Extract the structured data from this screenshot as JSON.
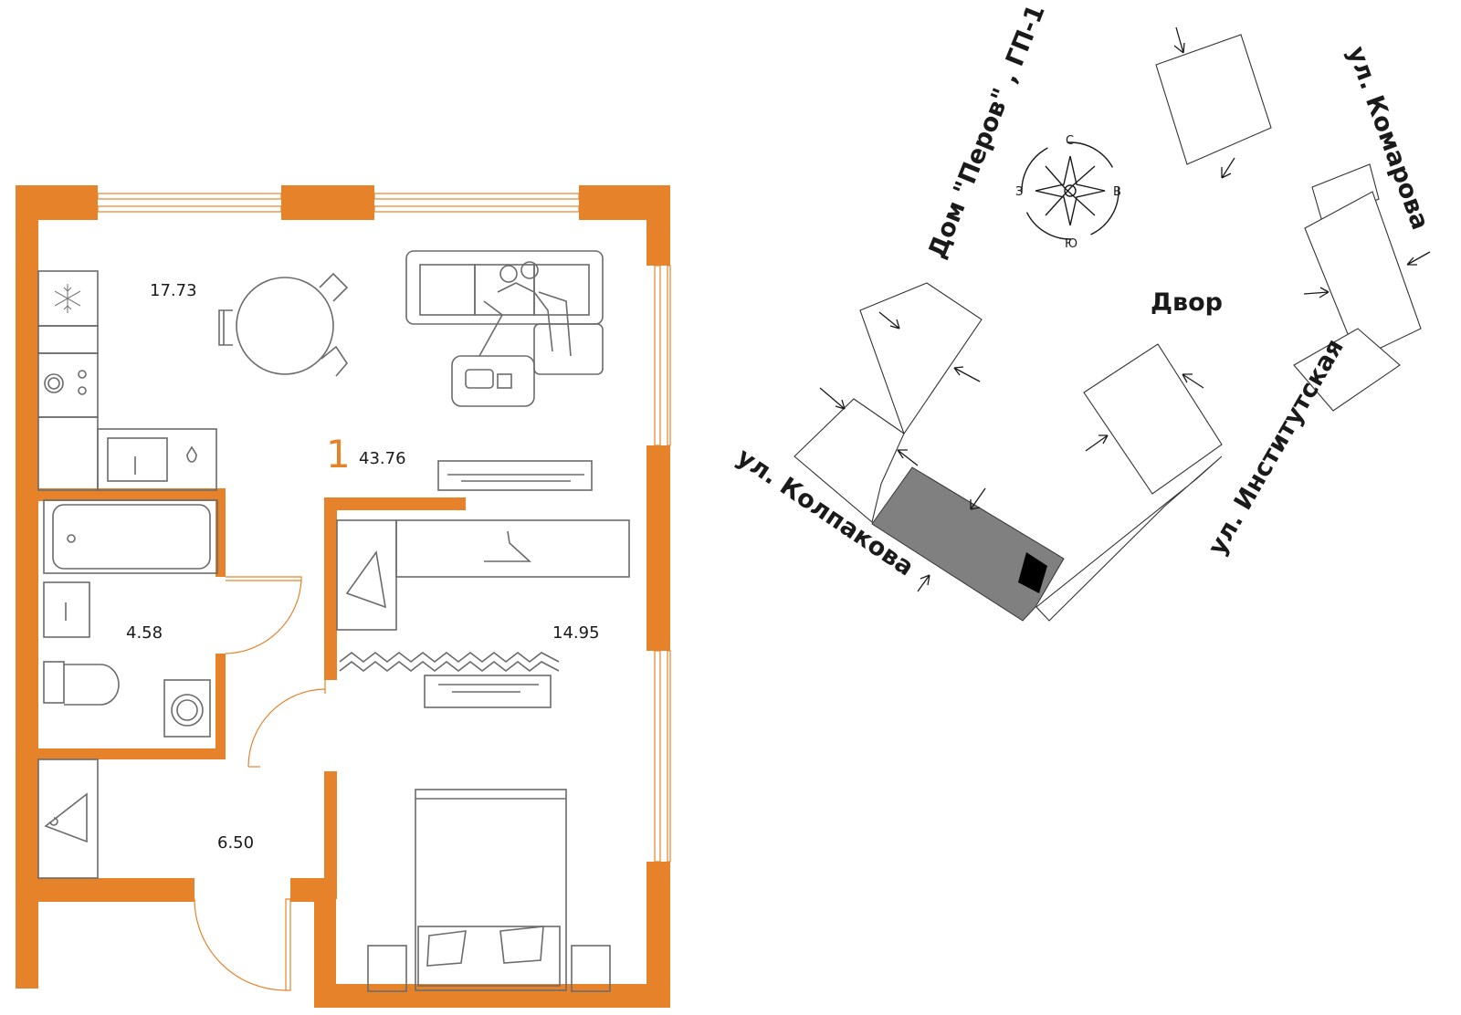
{
  "colors": {
    "wall": "#e6822a",
    "window": "#e6822a",
    "furniture": "#6b6b6b",
    "selected_section": "#808080",
    "entrance": "#000000"
  },
  "apartment": {
    "rooms_label": "1",
    "total_area": "43.76",
    "rooms": [
      {
        "name": "living-kitchen",
        "area": "17.73"
      },
      {
        "name": "bathroom",
        "area": "4.58"
      },
      {
        "name": "bedroom",
        "area": "14.95"
      },
      {
        "name": "hallway",
        "area": "6.50"
      }
    ]
  },
  "site_plan": {
    "labels": {
      "house": "Дом \"Перов\" , ГП-1",
      "courtyard": "Двор",
      "street_komarova": "ул. Комарова",
      "street_kolpakova": "ул. Колпакова",
      "street_institutskaya": "ул. Институтская"
    },
    "compass": {
      "north": "С",
      "south": "Ю",
      "west": "З",
      "east": "В"
    }
  },
  "icons": [
    "snowflake-icon",
    "stove-icon",
    "sink-icon",
    "hanger-icon",
    "tv-stand-icon",
    "bed-icon",
    "sofa-icon",
    "dining-table-icon",
    "compass-rose-icon",
    "entrance-arrow-icon"
  ]
}
